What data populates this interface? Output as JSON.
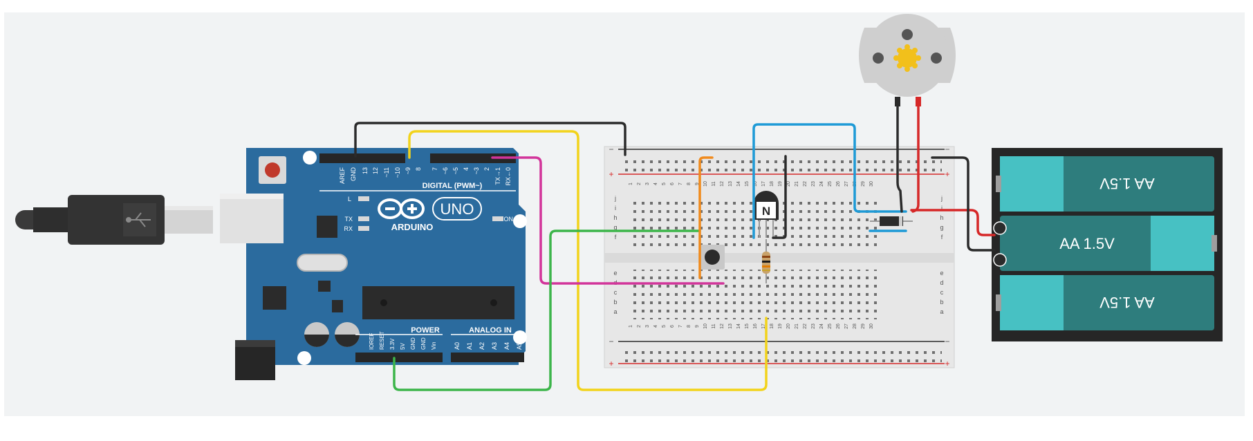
{
  "arduino": {
    "brand": "ARDUINO",
    "model": "UNO",
    "digital_header": "DIGITAL (PWM~)",
    "power_header": "POWER",
    "analog_header": "ANALOG IN",
    "led_l": "L",
    "led_tx": "TX",
    "led_rx": "RX",
    "led_on": "ON",
    "digital_pins": [
      "AREF",
      "GND",
      "13",
      "12",
      "~11",
      "~10",
      "~9",
      "8",
      "7",
      "~6",
      "~5",
      "4",
      "~3",
      "2",
      "TX→1",
      "RX←0"
    ],
    "power_pins": [
      "IOREF",
      "RESET",
      "3.3V",
      "5V",
      "GND",
      "GND",
      "Vin"
    ],
    "analog_pins": [
      "A0",
      "A1",
      "A2",
      "A3",
      "A4",
      "A5"
    ]
  },
  "breadboard": {
    "plus": "+",
    "minus": "−",
    "row_letters_top": [
      "j",
      "i",
      "h",
      "g",
      "f"
    ],
    "row_letters_bottom": [
      "e",
      "d",
      "c",
      "b",
      "a"
    ],
    "column_numbers": [
      "1",
      "2",
      "3",
      "4",
      "5",
      "6",
      "7",
      "8",
      "9",
      "10",
      "11",
      "12",
      "13",
      "14",
      "15",
      "16",
      "17",
      "18",
      "19",
      "20",
      "21",
      "22",
      "23",
      "24",
      "25",
      "26",
      "27",
      "28",
      "29",
      "30"
    ]
  },
  "transistor": {
    "label": "N"
  },
  "battery": {
    "cells": [
      "AA 1.5V",
      "AA 1.5V",
      "AA 1.5V"
    ],
    "plus": "+",
    "minus": "−"
  },
  "colors": {
    "canvas": "#f1f3f4",
    "arduino_board": "#2b6b9e",
    "wire_black": "#2b2b2b",
    "wire_yellow": "#f2d31b",
    "wire_magenta": "#d2349a",
    "wire_green": "#3cb54a",
    "wire_orange": "#f08a1c",
    "wire_blue": "#1e9ad6",
    "wire_red": "#d62828",
    "battery_cell": "#2e7d7d",
    "battery_cap": "#47c1c3"
  }
}
